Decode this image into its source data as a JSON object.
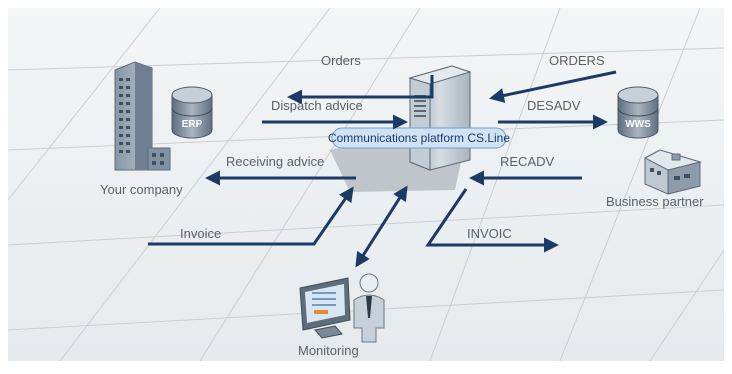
{
  "diagram": {
    "platform": {
      "label": "Communications platform CS.Line"
    },
    "your_company": {
      "label": "Your company",
      "db_label": "ERP"
    },
    "business_partner": {
      "label": "Business partner",
      "db_label": "WWS"
    },
    "monitoring": {
      "label": "Monitoring"
    },
    "left_flows": {
      "orders": "Orders",
      "dispatch_advice": "Dispatch advice",
      "receiving_advice": "Receiving advice",
      "invoice": "Invoice"
    },
    "right_flows": {
      "orders": "ORDERS",
      "desadv": "DESADV",
      "recadv": "RECADV",
      "invoic": "INVOIC"
    }
  },
  "colors": {
    "arrow": "#1b3a66",
    "label_text": "#5b6168",
    "background_panel": "#eef1f3",
    "grid": "#c9ced3",
    "platform_pill": "#cfe3f5"
  }
}
